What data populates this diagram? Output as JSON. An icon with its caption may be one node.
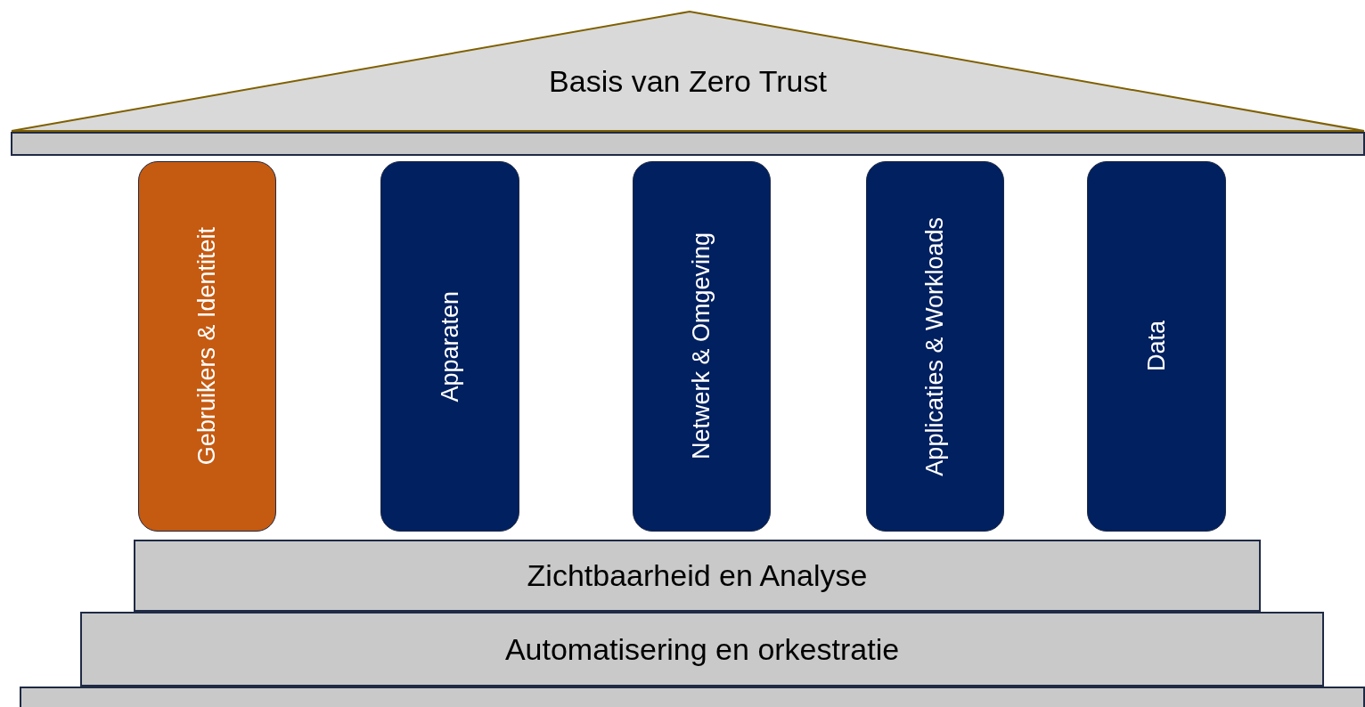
{
  "diagram": {
    "nodes": [
      {
        "text": [
          "Basis van Zero Trust"
        ]
      },
      {
        "text": [],
        "shape": "bar"
      },
      {
        "text": [
          "Gebruikers & Identiteit"
        ]
      },
      {
        "text": [
          "Apparaten"
        ]
      },
      {
        "text": [
          "Netwerk & Omgeving"
        ]
      },
      {
        "text": [
          "Applicaties & Workloads"
        ]
      },
      {
        "text": [
          "Data"
        ]
      },
      {
        "text": [
          "Zichtbaarheid en Analyse"
        ]
      },
      {
        "text": [
          "Automatisering en orkestratie"
        ]
      },
      {
        "text": [],
        "shape": "bar"
      }
    ]
  }
}
